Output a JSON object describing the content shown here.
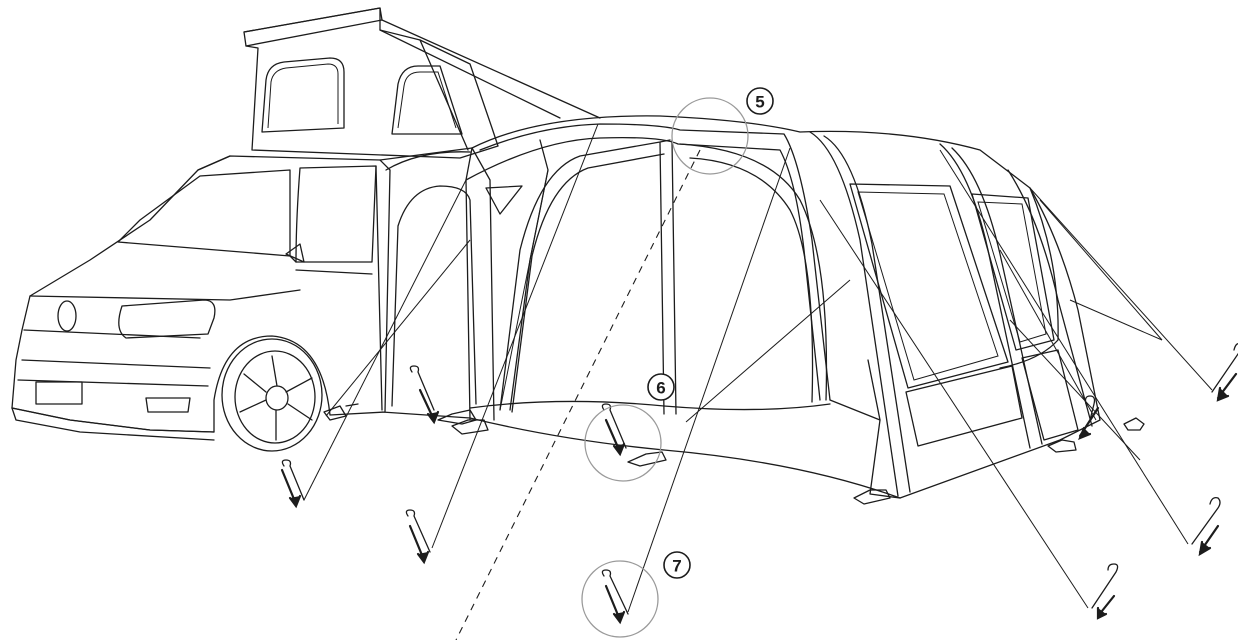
{
  "callouts": [
    {
      "label": "5"
    },
    {
      "label": "6"
    },
    {
      "label": "7"
    }
  ]
}
